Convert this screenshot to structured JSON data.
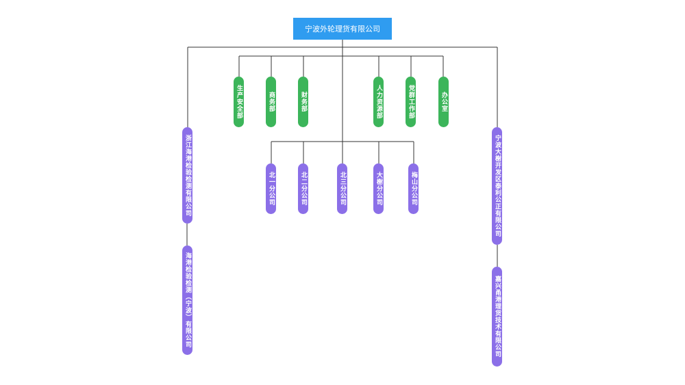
{
  "root": {
    "label": "宁波外轮理货有限公司"
  },
  "departments": [
    {
      "label": "生产安全部"
    },
    {
      "label": "商务部"
    },
    {
      "label": "财务部"
    },
    {
      "label": "人力资源部"
    },
    {
      "label": "党群工作部"
    },
    {
      "label": "办公室"
    }
  ],
  "branches": [
    {
      "label": "北一分公司"
    },
    {
      "label": "北二分公司"
    },
    {
      "label": "北三分公司"
    },
    {
      "label": "大榭分公司"
    },
    {
      "label": "梅山分公司"
    }
  ],
  "left_subsidiary": {
    "label": "浙江海港检验检测有限公司"
  },
  "left_sub_child": {
    "label": "海港检验检测（宁波）有限公司"
  },
  "right_subsidiary": {
    "label": "宁波大榭开发区泰利公正有限公司"
  },
  "right_sub_child": {
    "label": "嘉兴甬港理货技术有限公司"
  },
  "colors": {
    "root": "#2f9cf0",
    "department": "#3cb55a",
    "company": "#8b6fe8",
    "line": "#333333"
  }
}
